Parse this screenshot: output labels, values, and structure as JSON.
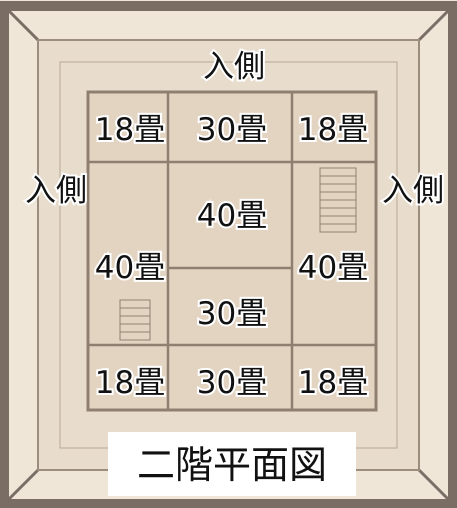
{
  "plan": {
    "title": "二階平面図",
    "verandas": {
      "north": "入側",
      "west": "入側",
      "east": "入側"
    },
    "rooms": {
      "north_west": "18畳",
      "north_center": "30畳",
      "north_east": "18畳",
      "center": "40畳",
      "west": "40畳",
      "east": "40畳",
      "south_center_upper": "30畳",
      "south_west": "18畳",
      "south_center": "30畳",
      "south_east": "18畳"
    }
  },
  "colors": {
    "paper": "#efe6d8",
    "wall": "#9c8d7e",
    "floor": "#e3d4c2",
    "eaves": "#7a6e64",
    "label_text": "#111111"
  }
}
